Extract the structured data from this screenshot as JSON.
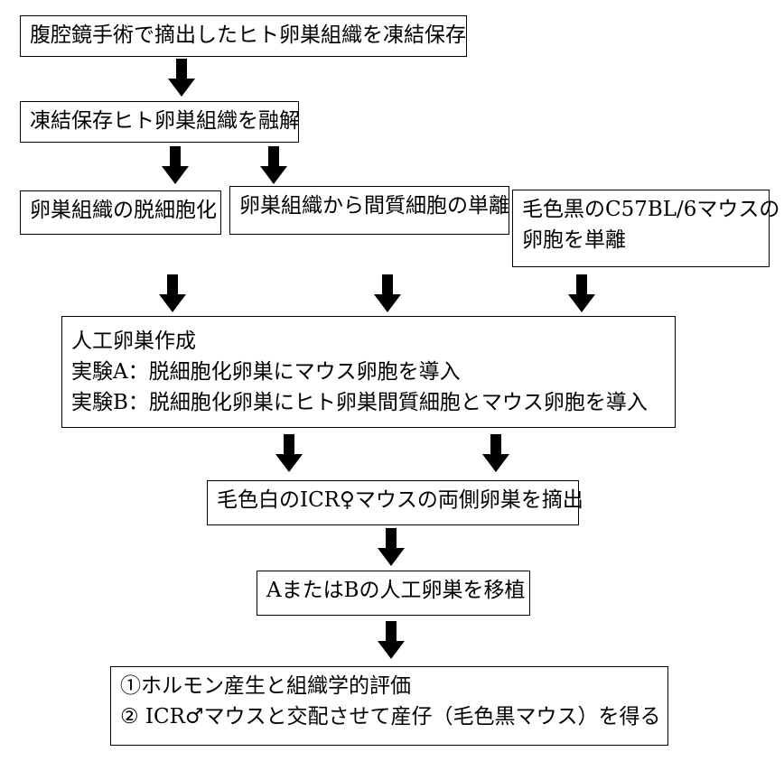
{
  "steps": {
    "s1": "腹腔鏡手術で摘出したヒト卵巣組織を凍結保存",
    "s2": "凍結保存ヒト卵巣組織を融解",
    "s3a": "卵巣組織の脱細胞化",
    "s3b": "卵巣組織から間質細胞の単離",
    "s3c_line1": "毛色黒のC57BL/6マウスの",
    "s3c_line2": "卵胞を単離",
    "s4_line1": "人工卵巣作成",
    "s4_line2": "実験A：脱細胞化卵巣にマウス卵胞を導入",
    "s4_line3": "実験B：脱細胞化卵巣にヒト卵巣間質細胞とマウス卵胞を導入",
    "s5": "毛色白のICR♀マウスの両側卵巣を摘出",
    "s6": "AまたはBの人工卵巣を移植",
    "s7_line1": "①ホルモン産生と組織学的評価",
    "s7_line2": "② ICR♂マウスと交配させて産仔（毛色黒マウス）を得る"
  },
  "colors": {
    "stroke": "#000000",
    "background": "#ffffff"
  }
}
